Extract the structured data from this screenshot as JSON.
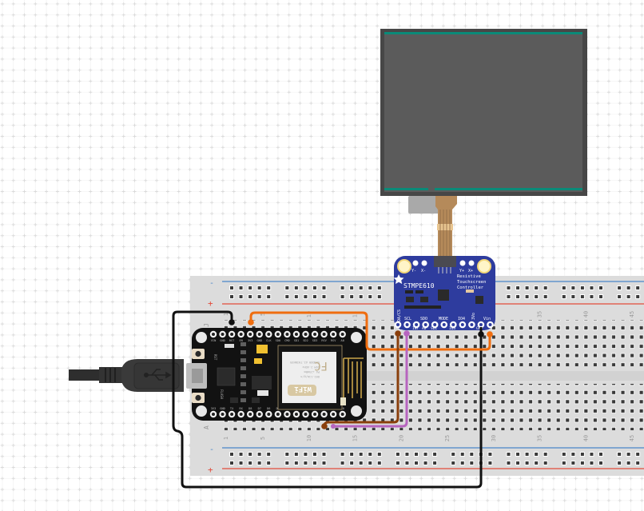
{
  "canvas": {
    "background": "#ffffff",
    "grid_color": "#e6e6e6"
  },
  "breadboard": {
    "name": "Breadboard",
    "body_color": "#dcdcdc",
    "rail_minus_label": "-",
    "rail_plus_label": "+",
    "rail_minus_color": "#4a86c8",
    "rail_plus_color": "#e24b3b",
    "column_numbers_top": [
      "1",
      "5",
      "10",
      "15",
      "20",
      "25",
      "30",
      "35",
      "40",
      "45"
    ],
    "column_numbers_bottom": [
      "1",
      "5",
      "10",
      "15",
      "20",
      "25",
      "30",
      "35",
      "40",
      "45"
    ],
    "row_label_top": "J",
    "row_label_bottom": "A"
  },
  "nodemcu": {
    "name": "NodeMCU ESP8266",
    "top_pins": [
      "VIN",
      "GND",
      "RST",
      "EN",
      "3V3",
      "GND",
      "CLK",
      "SD0",
      "CMD",
      "SD1",
      "SD2",
      "SD3",
      "RSV",
      "RSV",
      "A0"
    ],
    "bottom_pins": [
      "3V3",
      "GND",
      "TX",
      "RX",
      "D8",
      "D7",
      "D6",
      "D5",
      "GND",
      "3V3",
      "D4",
      "D3",
      "D2",
      "D1",
      "D0"
    ],
    "button_labels": [
      "RST",
      "FLASH"
    ],
    "module_text": [
      "MODEL ESP8266MOD",
      "VENDOR AI-THINKER",
      "ISM 2.4GHz",
      "PA +25dBm",
      "802.11b/g/n"
    ],
    "wifi_text": "WiFi",
    "fcc_text": "FC"
  },
  "stmpe610": {
    "name": "STMPE610",
    "title": "STMPE610",
    "subtitle_lines": [
      "Resistive",
      "Touchscreen",
      "Controller"
    ],
    "top_pins": [
      "Y-",
      "X-",
      "Y+",
      "X+"
    ],
    "pins_upper": [
      "SDA/CS",
      "SCL",
      "SDO",
      "MODE",
      "IO4",
      "3Vo",
      "Vin"
    ],
    "pins_lower": [
      "INT",
      "A0",
      "SDI",
      "IO3",
      "GND"
    ],
    "board_color": "#2e3c9e"
  },
  "touchscreen": {
    "name": "Resistive Touchscreen",
    "frame_color": "#474747",
    "panel_color": "#5b5b5b",
    "strip_color": "#0a8a78",
    "cable_color": "#b58a5a"
  },
  "usb_cable": {
    "name": "Micro USB Cable",
    "icon": "usb-icon"
  },
  "wires": [
    {
      "name": "GND wire",
      "color": "#111111"
    },
    {
      "name": "3V3 to Vin wire",
      "color": "#ef6d0f"
    },
    {
      "name": "D2 to SDA wire",
      "color": "#8a3f0c"
    },
    {
      "name": "D1 to SCL wire",
      "color": "#b765bf"
    },
    {
      "name": "GND to STMPE GND wire",
      "color": "#111111"
    }
  ]
}
